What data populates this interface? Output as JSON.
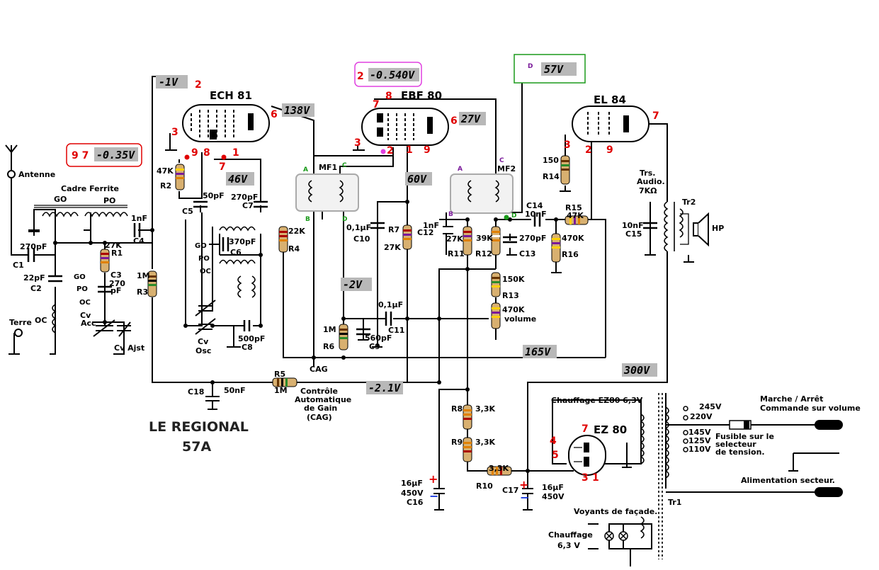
{
  "title": {
    "line1": "LE REGIONAL",
    "line2": "57A"
  },
  "tubes": {
    "ech81": "ECH 81",
    "ebf80": "EBF 80",
    "el84": "EL 84",
    "ez80": "EZ 80"
  },
  "voltages": {
    "ech81_grid": "-1V",
    "ech81_plate": "138V",
    "osc_grid": "46V",
    "ebf80_grid": "-0.540V",
    "ebf80_plate": "27V",
    "ebf80_screen": "60V",
    "el84_grid": "-0.35V",
    "el84_plate_d": "57V",
    "cag_line": "-2V",
    "hv_165": "165V",
    "cag_out": "-2.1V",
    "hv_300": "300V"
  },
  "pins": {
    "ech_2": "2",
    "ech_3": "3",
    "ech_6": "6",
    "ech_9": "9",
    "ech_8": "8",
    "ech_7": "7",
    "ech_1": "1",
    "ebf_7": "7",
    "ebf_8": "8",
    "ebf_3": "3",
    "ebf_2": "2",
    "ebf_1": "1",
    "ebf_9": "9",
    "ebf_6": "6",
    "ebf_tag": "2",
    "el_7": "7",
    "el_3": "3",
    "el_2": "2",
    "el_9": "9",
    "tag_97": "9 7",
    "ez_7": "7",
    "ez_4": "4",
    "ez_5": "5",
    "ez_3": "3",
    "ez_1": "1",
    "d_tag": "D"
  },
  "labels": {
    "antenne": "Antenne",
    "cadre": "Cadre Ferrite",
    "go": "GO",
    "po": "PO",
    "oc": "OC",
    "terre": "Terre",
    "c1": "C1",
    "c1v": "270pF",
    "c2": "C2",
    "c2v": "22pF",
    "r1": "R1",
    "r1v": "27K",
    "c3": "C3",
    "c3v1": "270",
    "c3v2": "pF",
    "go_sw": "GO",
    "po_sw": "PO",
    "oc_sw": "OC",
    "cv1": "Cv",
    "cv2": "Acc",
    "cvajst": "Cv Ajst",
    "c4v": "1nF",
    "c4": "C4",
    "r3v": "1M",
    "r3": "R3",
    "r2v": "47K",
    "r2": "R2",
    "c5": "C5",
    "c5v": "50pF",
    "c7v": "270pF",
    "c7": "C7",
    "c6v": "370pF",
    "c6": "C6",
    "go2": "GO",
    "po2": "PO",
    "oc2": "OC",
    "cvosc1": "Cv",
    "cvosc2": "Osc",
    "c8v": "500pF",
    "c8": "C8",
    "r4v": "22K",
    "r4": "R4",
    "mf1": "MF1",
    "mf2": "MF2",
    "a1": "A",
    "b1": "B",
    "c1p": "C",
    "d1": "D",
    "a2": "A",
    "b2": "B",
    "c2p": "C",
    "d2": "D",
    "c10v": "0,1µF",
    "c10": "C10",
    "r7": "R7",
    "r7v": "27K",
    "r6v": "1M",
    "r6": "R6",
    "c9v": "560pF",
    "c9": "C9",
    "c11v": "0,1µF",
    "c11": "C11",
    "cag": "CAG",
    "c12v": "1nF",
    "c12": "C12",
    "r11v": "27K",
    "r11": "R11",
    "r12v": "39K",
    "r12": "R12",
    "c13v": "270pF",
    "c13": "C13",
    "r13v": "150K",
    "r13": "R13",
    "volv": "470K",
    "vol": "volume",
    "c14": "C14",
    "c14v": "10nF",
    "r15": "R15",
    "r15v": "47K",
    "r16v": "470K",
    "r16": "R16",
    "r14v": "150",
    "r14": "R14",
    "trs1": "Trs.",
    "trs2": "Audio.",
    "trs3": "7KΩ",
    "tr2": "Tr2",
    "hp": "HP",
    "c15v": "10nF",
    "c15": "C15",
    "c18": "C18",
    "c18v": "50nF",
    "r5": "R5",
    "r5v": "1M",
    "cag1": "Contrôle",
    "cag2": "Automatique",
    "cag3": "de Gain",
    "cag4": "(CAG)",
    "r8": "R8",
    "r8v": "3,3K",
    "r9": "R9",
    "r9v": "3,3K",
    "r10": "R10",
    "r10v": "3,3K",
    "c16a": "16µF",
    "c16b": "450V",
    "c16": "C16",
    "c17": "C17",
    "c17a": "16µF",
    "c17b": "450V",
    "chauff_ez": "Chauffage EZ80 6,3V",
    "v245": "245V",
    "v220": "220V",
    "v145": "145V",
    "v125": "125V",
    "v110": "110V",
    "marche1": "Marche / Arrêt",
    "marche2": "Commande sur volume",
    "fus1": "Fusible sur le",
    "fus2": "selecteur",
    "fus3": "de tension.",
    "alim": "Alimentation secteur.",
    "tr1": "Tr1",
    "voy": "Voyants de façade.",
    "chf1": "Chauffage",
    "chf2": "6,3 V"
  }
}
